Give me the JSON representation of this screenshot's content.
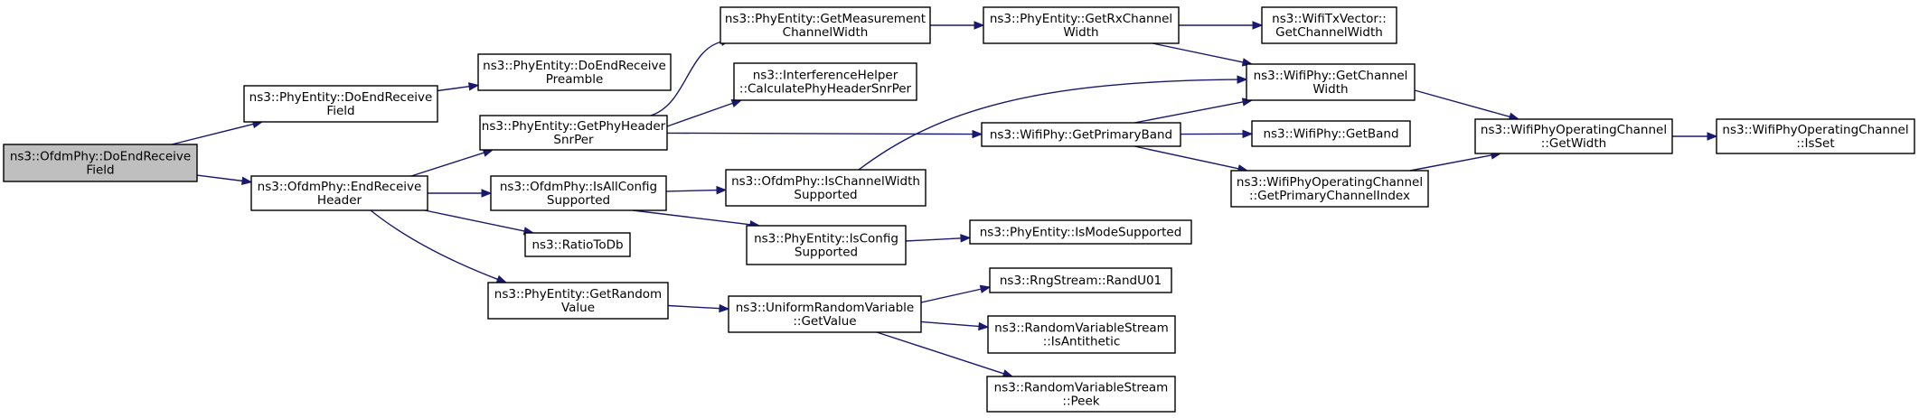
{
  "diagram": {
    "nodes": [
      {
        "id": "root",
        "lines": [
          "ns3::OfdmPhy::DoEndReceive",
          "Field"
        ],
        "root": true
      },
      {
        "id": "doEndRecvField",
        "lines": [
          "ns3::PhyEntity::DoEndReceive",
          "Field"
        ]
      },
      {
        "id": "endRecvHeader",
        "lines": [
          "ns3::OfdmPhy::EndReceive",
          "Header"
        ]
      },
      {
        "id": "doEndRecvPreamble",
        "lines": [
          "ns3::PhyEntity::DoEndReceive",
          "Preamble"
        ]
      },
      {
        "id": "getPhyHeaderSnrPer",
        "lines": [
          "ns3::PhyEntity::GetPhyHeader",
          "SnrPer"
        ]
      },
      {
        "id": "isAllConfigSupported",
        "lines": [
          "ns3::OfdmPhy::IsAllConfig",
          "Supported"
        ]
      },
      {
        "id": "ratioToDb",
        "lines": [
          "ns3::RatioToDb"
        ]
      },
      {
        "id": "getRandomValue",
        "lines": [
          "ns3::PhyEntity::GetRandom",
          "Value"
        ]
      },
      {
        "id": "getMeasChanWidth",
        "lines": [
          "ns3::PhyEntity::GetMeasurement",
          "ChannelWidth"
        ]
      },
      {
        "id": "calcPhyHeaderSnrPer",
        "lines": [
          "ns3::InterferenceHelper",
          "::CalculatePhyHeaderSnrPer"
        ]
      },
      {
        "id": "isChanWidthSupported",
        "lines": [
          "ns3::OfdmPhy::IsChannelWidth",
          "Supported"
        ]
      },
      {
        "id": "isConfigSupported",
        "lines": [
          "ns3::PhyEntity::IsConfig",
          "Supported"
        ]
      },
      {
        "id": "urvGetValue",
        "lines": [
          "ns3::UniformRandomVariable",
          "::GetValue"
        ]
      },
      {
        "id": "getRxChanWidth",
        "lines": [
          "ns3::PhyEntity::GetRxChannel",
          "Width"
        ]
      },
      {
        "id": "getPrimaryBand",
        "lines": [
          "ns3::WifiPhy::GetPrimaryBand"
        ]
      },
      {
        "id": "isModeSupported",
        "lines": [
          "ns3::PhyEntity::IsModeSupported"
        ]
      },
      {
        "id": "randU01",
        "lines": [
          "ns3::RngStream::RandU01"
        ]
      },
      {
        "id": "isAntithetic",
        "lines": [
          "ns3::RandomVariableStream",
          "::IsAntithetic"
        ]
      },
      {
        "id": "peek",
        "lines": [
          "ns3::RandomVariableStream",
          "::Peek"
        ]
      },
      {
        "id": "txvGetChanWidth",
        "lines": [
          "ns3::WifiTxVector::",
          "GetChannelWidth"
        ]
      },
      {
        "id": "phyGetChanWidth",
        "lines": [
          "ns3::WifiPhy::GetChannel",
          "Width"
        ]
      },
      {
        "id": "getBand",
        "lines": [
          "ns3::WifiPhy::GetBand"
        ]
      },
      {
        "id": "getPrimaryChanIndex",
        "lines": [
          "ns3::WifiPhyOperatingChannel",
          "::GetPrimaryChannelIndex"
        ]
      },
      {
        "id": "opChanGetWidth",
        "lines": [
          "ns3::WifiPhyOperatingChannel",
          "::GetWidth"
        ]
      },
      {
        "id": "opChanIsSet",
        "lines": [
          "ns3::WifiPhyOperatingChannel",
          "::IsSet"
        ]
      }
    ],
    "edges": [
      [
        "root",
        "doEndRecvField"
      ],
      [
        "root",
        "endRecvHeader"
      ],
      [
        "doEndRecvField",
        "doEndRecvPreamble"
      ],
      [
        "endRecvHeader",
        "getPhyHeaderSnrPer"
      ],
      [
        "endRecvHeader",
        "isAllConfigSupported"
      ],
      [
        "endRecvHeader",
        "ratioToDb"
      ],
      [
        "endRecvHeader",
        "getRandomValue"
      ],
      [
        "getPhyHeaderSnrPer",
        "getMeasChanWidth"
      ],
      [
        "getPhyHeaderSnrPer",
        "calcPhyHeaderSnrPer"
      ],
      [
        "getPhyHeaderSnrPer",
        "getPrimaryBand"
      ],
      [
        "isAllConfigSupported",
        "isChanWidthSupported"
      ],
      [
        "isAllConfigSupported",
        "isConfigSupported"
      ],
      [
        "getRandomValue",
        "urvGetValue"
      ],
      [
        "getMeasChanWidth",
        "getRxChanWidth"
      ],
      [
        "isChanWidthSupported",
        "phyGetChanWidth"
      ],
      [
        "isConfigSupported",
        "isModeSupported"
      ],
      [
        "urvGetValue",
        "randU01"
      ],
      [
        "urvGetValue",
        "isAntithetic"
      ],
      [
        "urvGetValue",
        "peek"
      ],
      [
        "getRxChanWidth",
        "txvGetChanWidth"
      ],
      [
        "getRxChanWidth",
        "phyGetChanWidth"
      ],
      [
        "getPrimaryBand",
        "phyGetChanWidth"
      ],
      [
        "getPrimaryBand",
        "getBand"
      ],
      [
        "getPrimaryBand",
        "getPrimaryChanIndex"
      ],
      [
        "phyGetChanWidth",
        "opChanGetWidth"
      ],
      [
        "getPrimaryChanIndex",
        "opChanGetWidth"
      ],
      [
        "opChanGetWidth",
        "opChanIsSet"
      ]
    ]
  }
}
